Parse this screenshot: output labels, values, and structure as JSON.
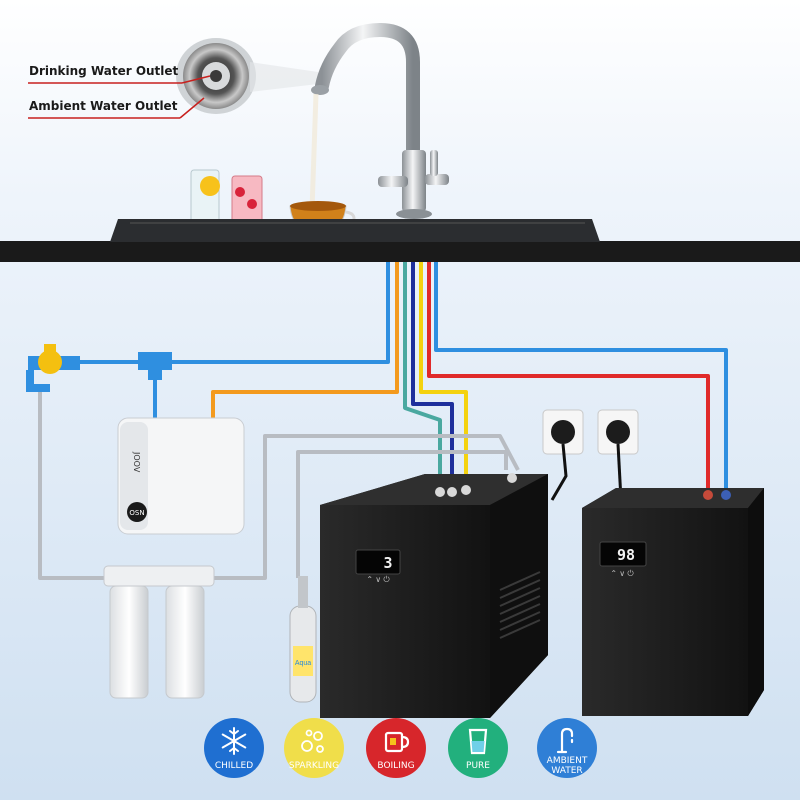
{
  "callouts": {
    "drinking": "Drinking Water Outlet",
    "ambient": "Ambient Water Outlet"
  },
  "chiller_display": "3",
  "boiler_display": "98",
  "purifier_brand": "JOOV",
  "purifier_button": "OSN",
  "co2_label": "Aqua",
  "features": [
    {
      "label": "CHILLED",
      "color": "#1f6fd1",
      "icon": "snowflake-icon"
    },
    {
      "label": "SPARKLING",
      "color": "#f0de4a",
      "icon": "bubbles-icon"
    },
    {
      "label": "BOILING",
      "color": "#d7262b",
      "icon": "mug-icon"
    },
    {
      "label": "PURE",
      "color": "#22b07d",
      "icon": "glass-icon"
    },
    {
      "label": "AMBIENT WATER",
      "color": "#2f7fd6",
      "icon": "faucet-icon"
    }
  ],
  "pipe_colors": {
    "blue": "#2f8fe0",
    "orange": "#f39a1e",
    "yellow": "#f4d20f",
    "red": "#e02a2a",
    "navy": "#1e2f9c",
    "teal": "#4aa8a0",
    "grey": "#b8bcc2"
  }
}
